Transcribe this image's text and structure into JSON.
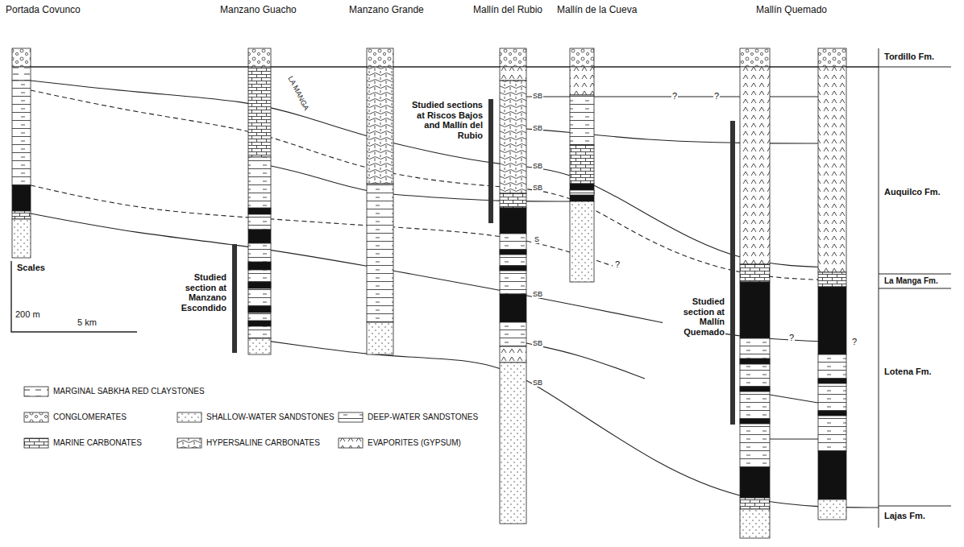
{
  "diagram": {
    "labels": [
      "Portada Covunco",
      "Manzano Guacho",
      "Manzano Grande",
      "Mallín del Rubio",
      "Mallín de la Cueva",
      "Mallín Quemado",
      "Tordillo Fm.",
      "Auquilco Fm.",
      "La Manga Fm.",
      "Lotena Fm.",
      "Lajas Fm.",
      "Studied sections at Riscos Bajos and Mallín del Rubio",
      "LA MANGA",
      "Studied section at Manzano Escondido",
      "Studied section at Mallín Quemado",
      "SB",
      "SB",
      "SB",
      "SB",
      "S",
      "SB",
      "SB",
      "SB",
      "?",
      "?",
      "?",
      "?",
      "?",
      "Scales",
      "200 m",
      "5 km"
    ],
    "legend": [
      {
        "text": "MARGINAL SABKHA RED CLAYSTONES"
      },
      {
        "text": "CONGLOMERATES"
      },
      {
        "text": "SHALLOW-WATER SANDSTONES"
      },
      {
        "text": "DEEP-WATER SANDSTONES"
      },
      {
        "text": "MARINE CARBONATES"
      },
      {
        "text": "HYPERSALINE CARBONATES"
      },
      {
        "text": "EVAPORITES (GYPSUM)"
      }
    ]
  }
}
